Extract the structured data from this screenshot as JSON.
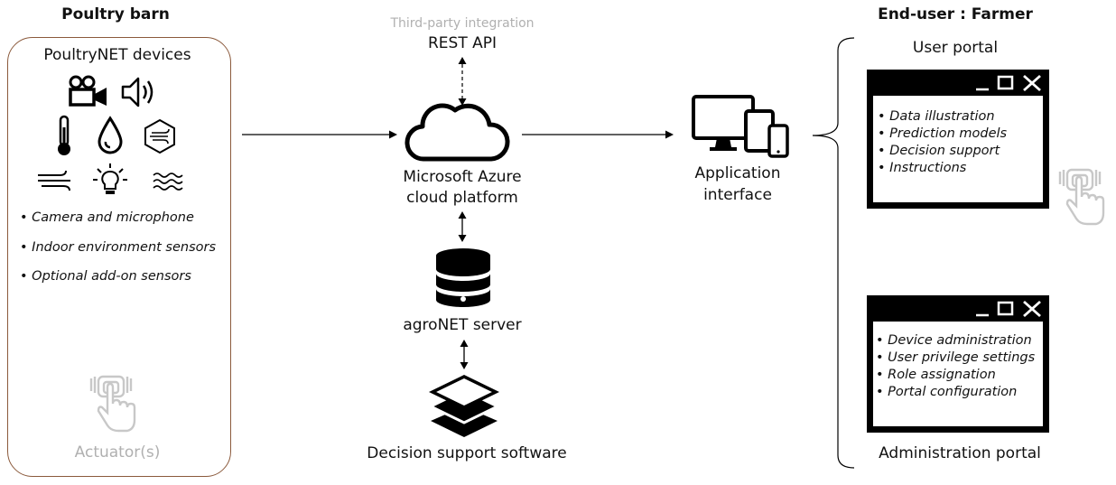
{
  "barn": {
    "title": "Poultry barn",
    "devices_title": "PoultryNET devices",
    "bullets": [
      "Camera and microphone",
      "Indoor environment sensors",
      "Optional add-on sensors"
    ],
    "actuator_label": "Actuator(s)",
    "border_color": "#8b5a3c"
  },
  "center": {
    "third_party": "Third-party integration",
    "rest_api": "REST API",
    "cloud_line1": "Microsoft Azure",
    "cloud_line2": "cloud platform",
    "server_label": "agroNET server",
    "dss_label": "Decision support software"
  },
  "app": {
    "line1": "Application",
    "line2": "interface"
  },
  "enduser": {
    "title": "End-user : Farmer",
    "user_portal_title": "User portal",
    "user_portal_items": [
      "Data illustration",
      "Prediction models",
      "Decision support",
      "Instructions"
    ],
    "admin_portal_title": "Administration portal",
    "admin_portal_items": [
      "Device administration",
      "User privilege settings",
      "Role assignation",
      "Portal configuration"
    ]
  },
  "icons": [
    "video-camera-icon",
    "speaker-icon",
    "thermometer-icon",
    "water-drop-icon",
    "air-quality-icon",
    "wind-icon",
    "light-bulb-icon",
    "water-waves-icon",
    "touch-hand-icon",
    "cloud-icon",
    "database-icon",
    "layers-icon",
    "devices-icon",
    "window-minimize-icon",
    "window-maximize-icon",
    "window-close-icon"
  ],
  "colors": {
    "muted": "#b0b0b0",
    "accent": "#8b5a3c"
  }
}
